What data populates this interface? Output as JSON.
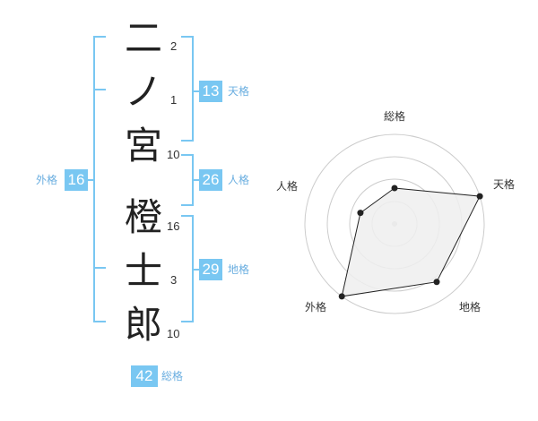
{
  "characters": [
    {
      "char": "二",
      "strokes": "2"
    },
    {
      "char": "ノ",
      "strokes": "1"
    },
    {
      "char": "宮",
      "strokes": "10"
    },
    {
      "char": "橙",
      "strokes": "16"
    },
    {
      "char": "士",
      "strokes": "3"
    },
    {
      "char": "郎",
      "strokes": "10"
    }
  ],
  "fortunes": {
    "tenkaku": {
      "label": "天格",
      "value": "13"
    },
    "jinkaku": {
      "label": "人格",
      "value": "26"
    },
    "chikaku": {
      "label": "地格",
      "value": "29"
    },
    "gaikaku": {
      "label": "外格",
      "value": "16"
    },
    "soukaku": {
      "label": "総格",
      "value": "42"
    }
  },
  "colors": {
    "accent": "#79c7f2",
    "radar_fill": "#eeeeee",
    "ring": "#cccccc"
  },
  "chart_data": {
    "type": "radar",
    "axes": [
      "総格",
      "天格",
      "地格",
      "外格",
      "人格"
    ],
    "values": [
      2,
      5,
      4,
      5,
      2
    ],
    "max": 5,
    "rings": 4
  }
}
